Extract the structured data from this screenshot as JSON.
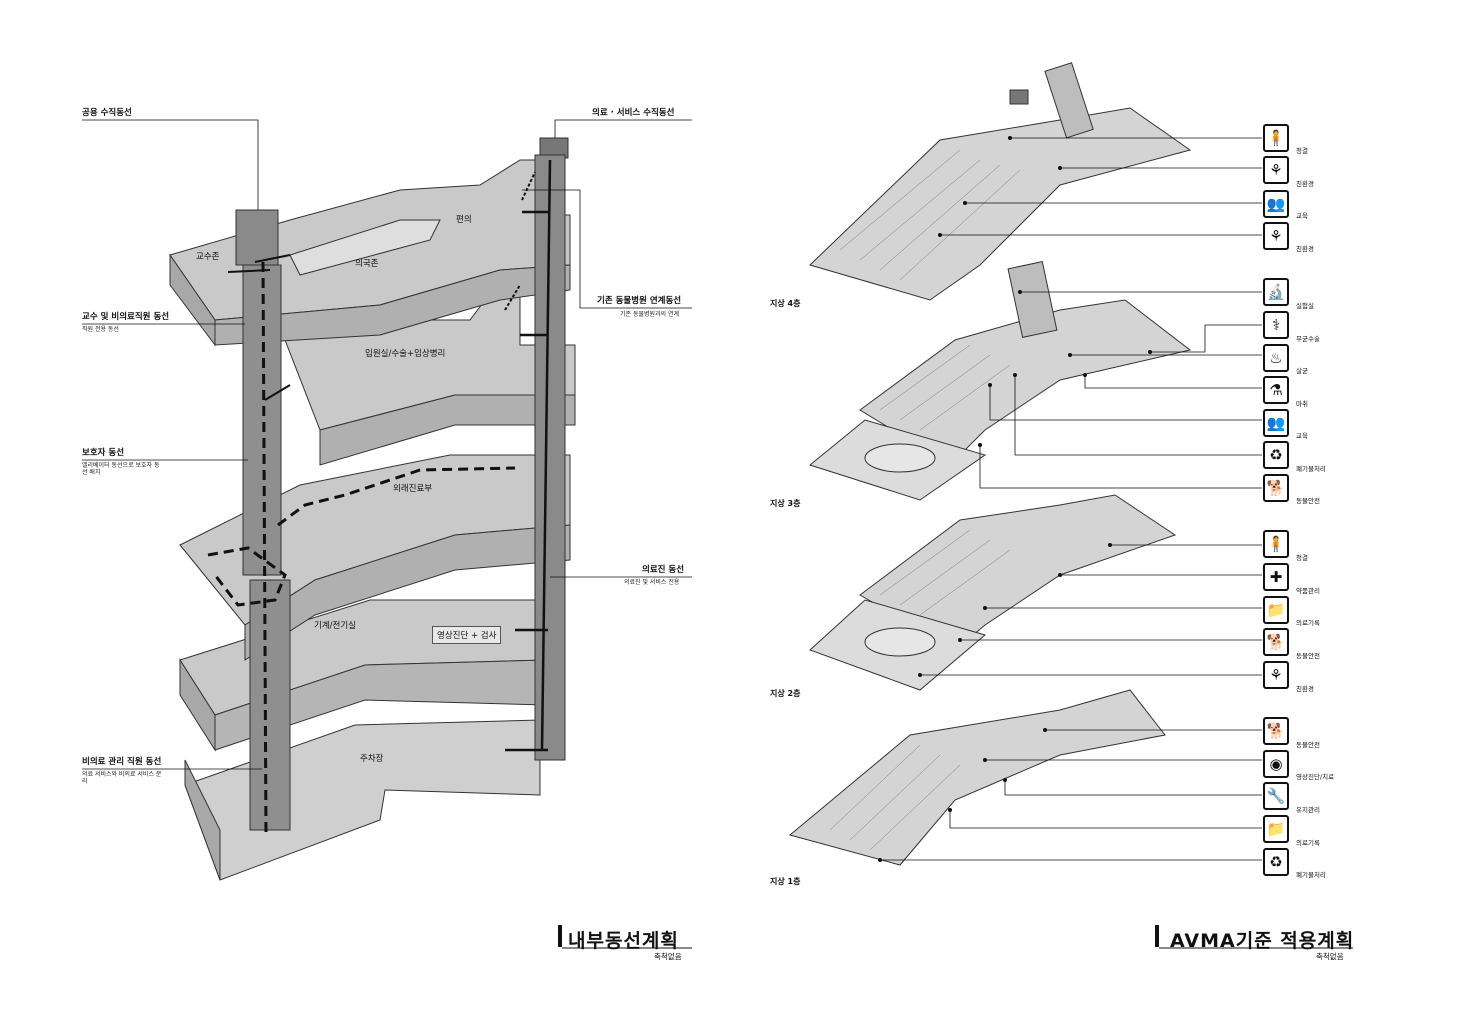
{
  "left_panel": {
    "callouts": [
      {
        "title": "공용 수직동선",
        "sub": ""
      },
      {
        "title": "교수 및 비의료직원 동선",
        "sub": "직원 전용 동선"
      },
      {
        "title": "보호자 동선",
        "sub": "엘리베이터 동선으로 보호자 동선 배치"
      },
      {
        "title": "비의료 관리 직원 동선",
        "sub": "의료 서비스와 비의료 서비스 분리"
      },
      {
        "title": "의료 · 서비스 수직동선",
        "sub": ""
      },
      {
        "title": "기존 동물병원 연계동선",
        "sub": "기존 동물병원과의 연계"
      },
      {
        "title": "의료진 동선",
        "sub": "의료진 및 서비스 전용"
      }
    ],
    "zones": {
      "faculty": "교수존",
      "convenience": "편의",
      "research": "의국존",
      "ward": "입원실/수술+임상병리",
      "outpatient": "외래진료부",
      "mechanical": "기계/전기실",
      "imaging": "영상진단 + 검사",
      "parking": "주차장"
    },
    "title": "내부동선계획",
    "scale": "축척없음"
  },
  "right_panel": {
    "floors": [
      {
        "label": "지상 4층",
        "icons": [
          {
            "icon": "person-icon",
            "label": "청결"
          },
          {
            "icon": "plant-icon",
            "label": "친환경"
          },
          {
            "icon": "lecture-icon",
            "label": "교육"
          },
          {
            "icon": "plant-icon",
            "label": "친환경"
          }
        ]
      },
      {
        "label": "지상 3층",
        "icons": [
          {
            "icon": "microscope-icon",
            "label": "실험실"
          },
          {
            "icon": "surgery-icon",
            "label": "무균수술"
          },
          {
            "icon": "sterilize-icon",
            "label": "살균"
          },
          {
            "icon": "anesthesia-icon",
            "label": "마취"
          },
          {
            "icon": "lecture-icon",
            "label": "교육"
          },
          {
            "icon": "waste-icon",
            "label": "폐기물처리"
          },
          {
            "icon": "animal-icon",
            "label": "동물안전"
          }
        ]
      },
      {
        "label": "지상 2층",
        "icons": [
          {
            "icon": "person-icon",
            "label": "청결"
          },
          {
            "icon": "drug-icon",
            "label": "약품관리"
          },
          {
            "icon": "records-icon",
            "label": "의료기록"
          },
          {
            "icon": "animal-icon",
            "label": "동물안전"
          },
          {
            "icon": "plant-icon",
            "label": "친환경"
          }
        ]
      },
      {
        "label": "지상 1층",
        "icons": [
          {
            "icon": "animal-icon",
            "label": "동물안전"
          },
          {
            "icon": "imaging-icon",
            "label": "영상진단/치료"
          },
          {
            "icon": "wrench-icon",
            "label": "유지관리"
          },
          {
            "icon": "records-icon",
            "label": "의료기록"
          },
          {
            "icon": "waste-icon",
            "label": "폐기물처리"
          }
        ]
      }
    ],
    "title": "AVMA기준 적용계획",
    "scale": "축척없음"
  },
  "colors": {
    "slab": "#c9c9c9",
    "slab_side": "#a8a8a8",
    "core": "#8a8a8a",
    "line": "#111111"
  }
}
